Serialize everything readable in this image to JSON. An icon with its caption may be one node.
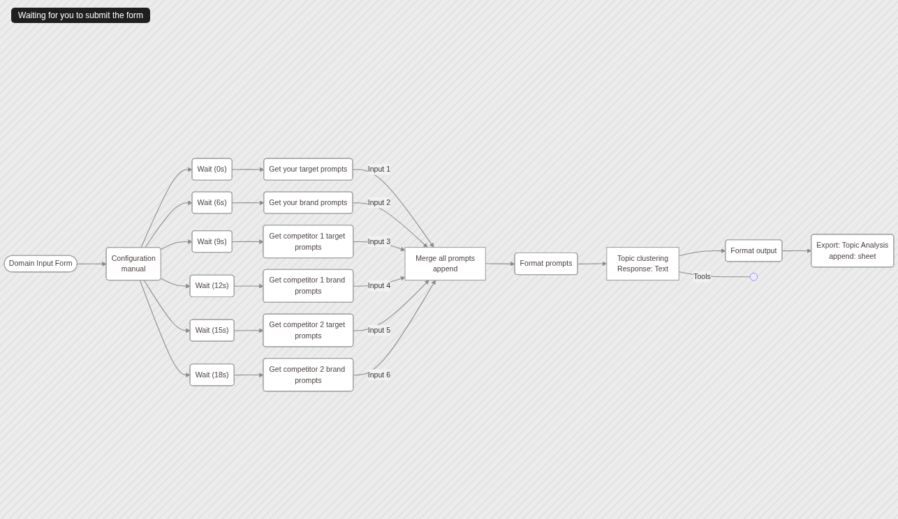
{
  "diagram": {
    "nodes": [
      {
        "text": [
          "Domain Input Form"
        ]
      },
      {
        "text": [
          "Configuration",
          "manual"
        ]
      },
      {
        "text": [
          "Wait (0s)"
        ]
      },
      {
        "text": [
          "Get your target prompts"
        ]
      },
      {
        "text": [
          "Wait (6s)"
        ]
      },
      {
        "text": [
          "Get your brand prompts"
        ]
      },
      {
        "text": [
          "Wait (9s)"
        ]
      },
      {
        "text": [
          "Get competitor 1 target prompts"
        ]
      },
      {
        "text": [
          "Wait (12s)"
        ]
      },
      {
        "text": [
          "Get competitor 1 brand prompts"
        ]
      },
      {
        "text": [
          "Wait (15s)"
        ]
      },
      {
        "text": [
          "Get competitor 2 target prompts"
        ]
      },
      {
        "text": [
          "Wait (18s)"
        ]
      },
      {
        "text": [
          "Get competitor 2 brand prompts"
        ]
      },
      {
        "text": [
          "Merge all prompts",
          "append"
        ]
      },
      {
        "text": [
          "Format prompts"
        ]
      },
      {
        "text": [
          "Topic clustering",
          "Response: Text"
        ]
      },
      {
        "text": [
          "Format output"
        ]
      },
      {
        "text": [
          "Export: Topic Analysis",
          "append: sheet"
        ]
      }
    ],
    "edges": [
      {
        "from": 0,
        "to": 1,
        "arrow": "to"
      },
      {
        "from": 1,
        "to": 2,
        "arrow": "to"
      },
      {
        "from": 1,
        "to": 4,
        "arrow": "to"
      },
      {
        "from": 1,
        "to": 6,
        "arrow": "to"
      },
      {
        "from": 1,
        "to": 8,
        "arrow": "to"
      },
      {
        "from": 1,
        "to": 10,
        "arrow": "to"
      },
      {
        "from": 1,
        "to": 12,
        "arrow": "to"
      },
      {
        "from": 2,
        "to": 3,
        "arrow": "to"
      },
      {
        "from": 4,
        "to": 5,
        "arrow": "to"
      },
      {
        "from": 6,
        "to": 7,
        "arrow": "to"
      },
      {
        "from": 8,
        "to": 9,
        "arrow": "to"
      },
      {
        "from": 10,
        "to": 11,
        "arrow": "to"
      },
      {
        "from": 12,
        "to": 13,
        "arrow": "to"
      },
      {
        "from": 3,
        "to": 14,
        "arrow": "to",
        "label": "Input 1"
      },
      {
        "from": 5,
        "to": 14,
        "arrow": "to",
        "label": "Input 2"
      },
      {
        "from": 7,
        "to": 14,
        "arrow": "to",
        "label": "Input 3"
      },
      {
        "from": 9,
        "to": 14,
        "arrow": "to",
        "label": "Input 4"
      },
      {
        "from": 11,
        "to": 14,
        "arrow": "to",
        "label": "Input 5"
      },
      {
        "from": 13,
        "to": 14,
        "arrow": "to",
        "label": "Input 6"
      },
      {
        "from": 14,
        "to": 15,
        "arrow": "to"
      },
      {
        "from": 15,
        "to": 16,
        "arrow": "to"
      },
      {
        "from": 16,
        "to": 17,
        "arrow": "to"
      },
      {
        "from": 17,
        "to": 18,
        "arrow": "to"
      },
      {
        "from": 16,
        "to": null,
        "arrow": "none",
        "label": "Tools"
      }
    ],
    "labels": [
      "Waiting for you to submit the form"
    ]
  }
}
